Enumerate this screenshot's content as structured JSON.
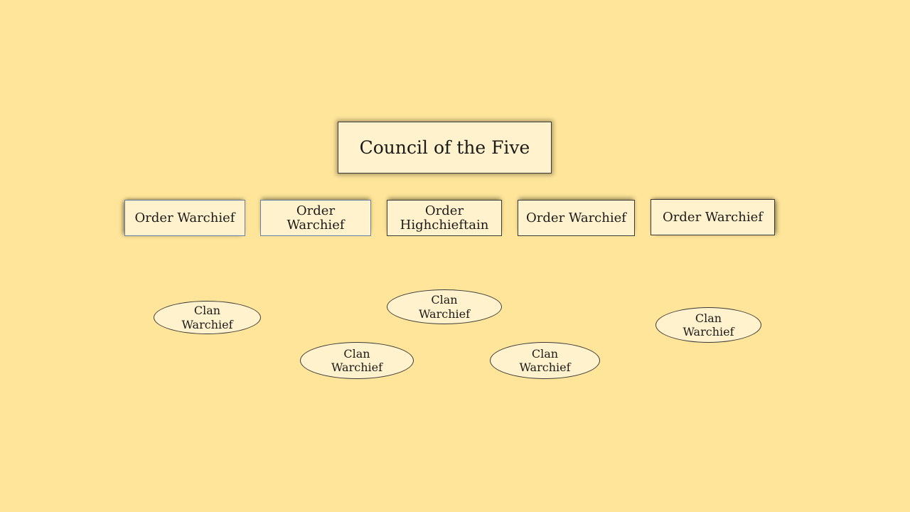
{
  "title": "Council of the Five",
  "orders": [
    {
      "lines": [
        "Order Warchief"
      ]
    },
    {
      "lines": [
        "Order",
        "Warchief"
      ]
    },
    {
      "lines": [
        "Order",
        "Highchieftain"
      ]
    },
    {
      "lines": [
        "Order Warchief"
      ]
    },
    {
      "lines": [
        "Order Warchief"
      ]
    }
  ],
  "clans": [
    {
      "line1": "Clan",
      "line2": "Warchief"
    },
    {
      "line1": "Clan",
      "line2": "Warchief"
    },
    {
      "line1": "Clan",
      "line2": "Warchief"
    },
    {
      "line1": "Clan",
      "line2": "Warchief"
    },
    {
      "line1": "Clan",
      "line2": "Warchief"
    }
  ]
}
